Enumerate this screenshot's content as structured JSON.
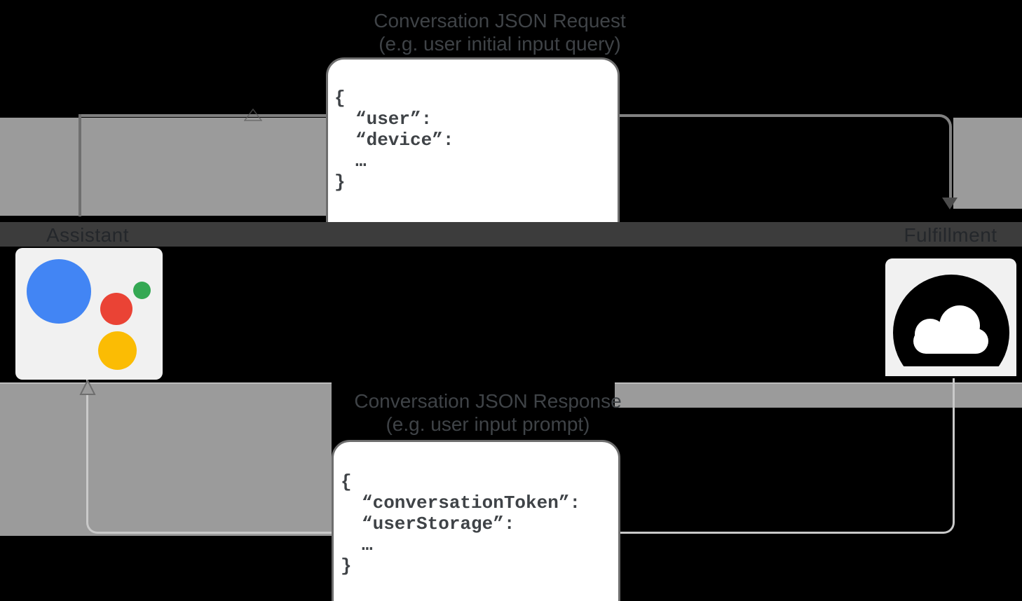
{
  "request_flow": {
    "title_line1": "Conversation JSON Request",
    "title_line2": "(e.g. user initial input query)",
    "code_lines": [
      "{",
      "“user”:",
      "“device”:",
      "…",
      "}"
    ]
  },
  "response_flow": {
    "title_line1": "Conversation JSON Response",
    "title_line2": "(e.g. user input prompt)",
    "code_lines": [
      "{",
      "“conversationToken”:",
      "“userStorage”:",
      "…",
      "}"
    ]
  },
  "nodes": {
    "assistant": {
      "label": "Assistant"
    },
    "fulfillment": {
      "label": "Fulfillment"
    }
  },
  "colors": {
    "background": "#000000",
    "band_gray": "#9b9b9b",
    "strip_gray": "#3c3c3c",
    "request_line": "#818181",
    "response_line": "#c9c9c9",
    "assistant_blue": "#4285f4",
    "assistant_red": "#ea4335",
    "assistant_green": "#34a853",
    "assistant_yellow": "#fbbc04",
    "cloud_icon": "#000000"
  }
}
